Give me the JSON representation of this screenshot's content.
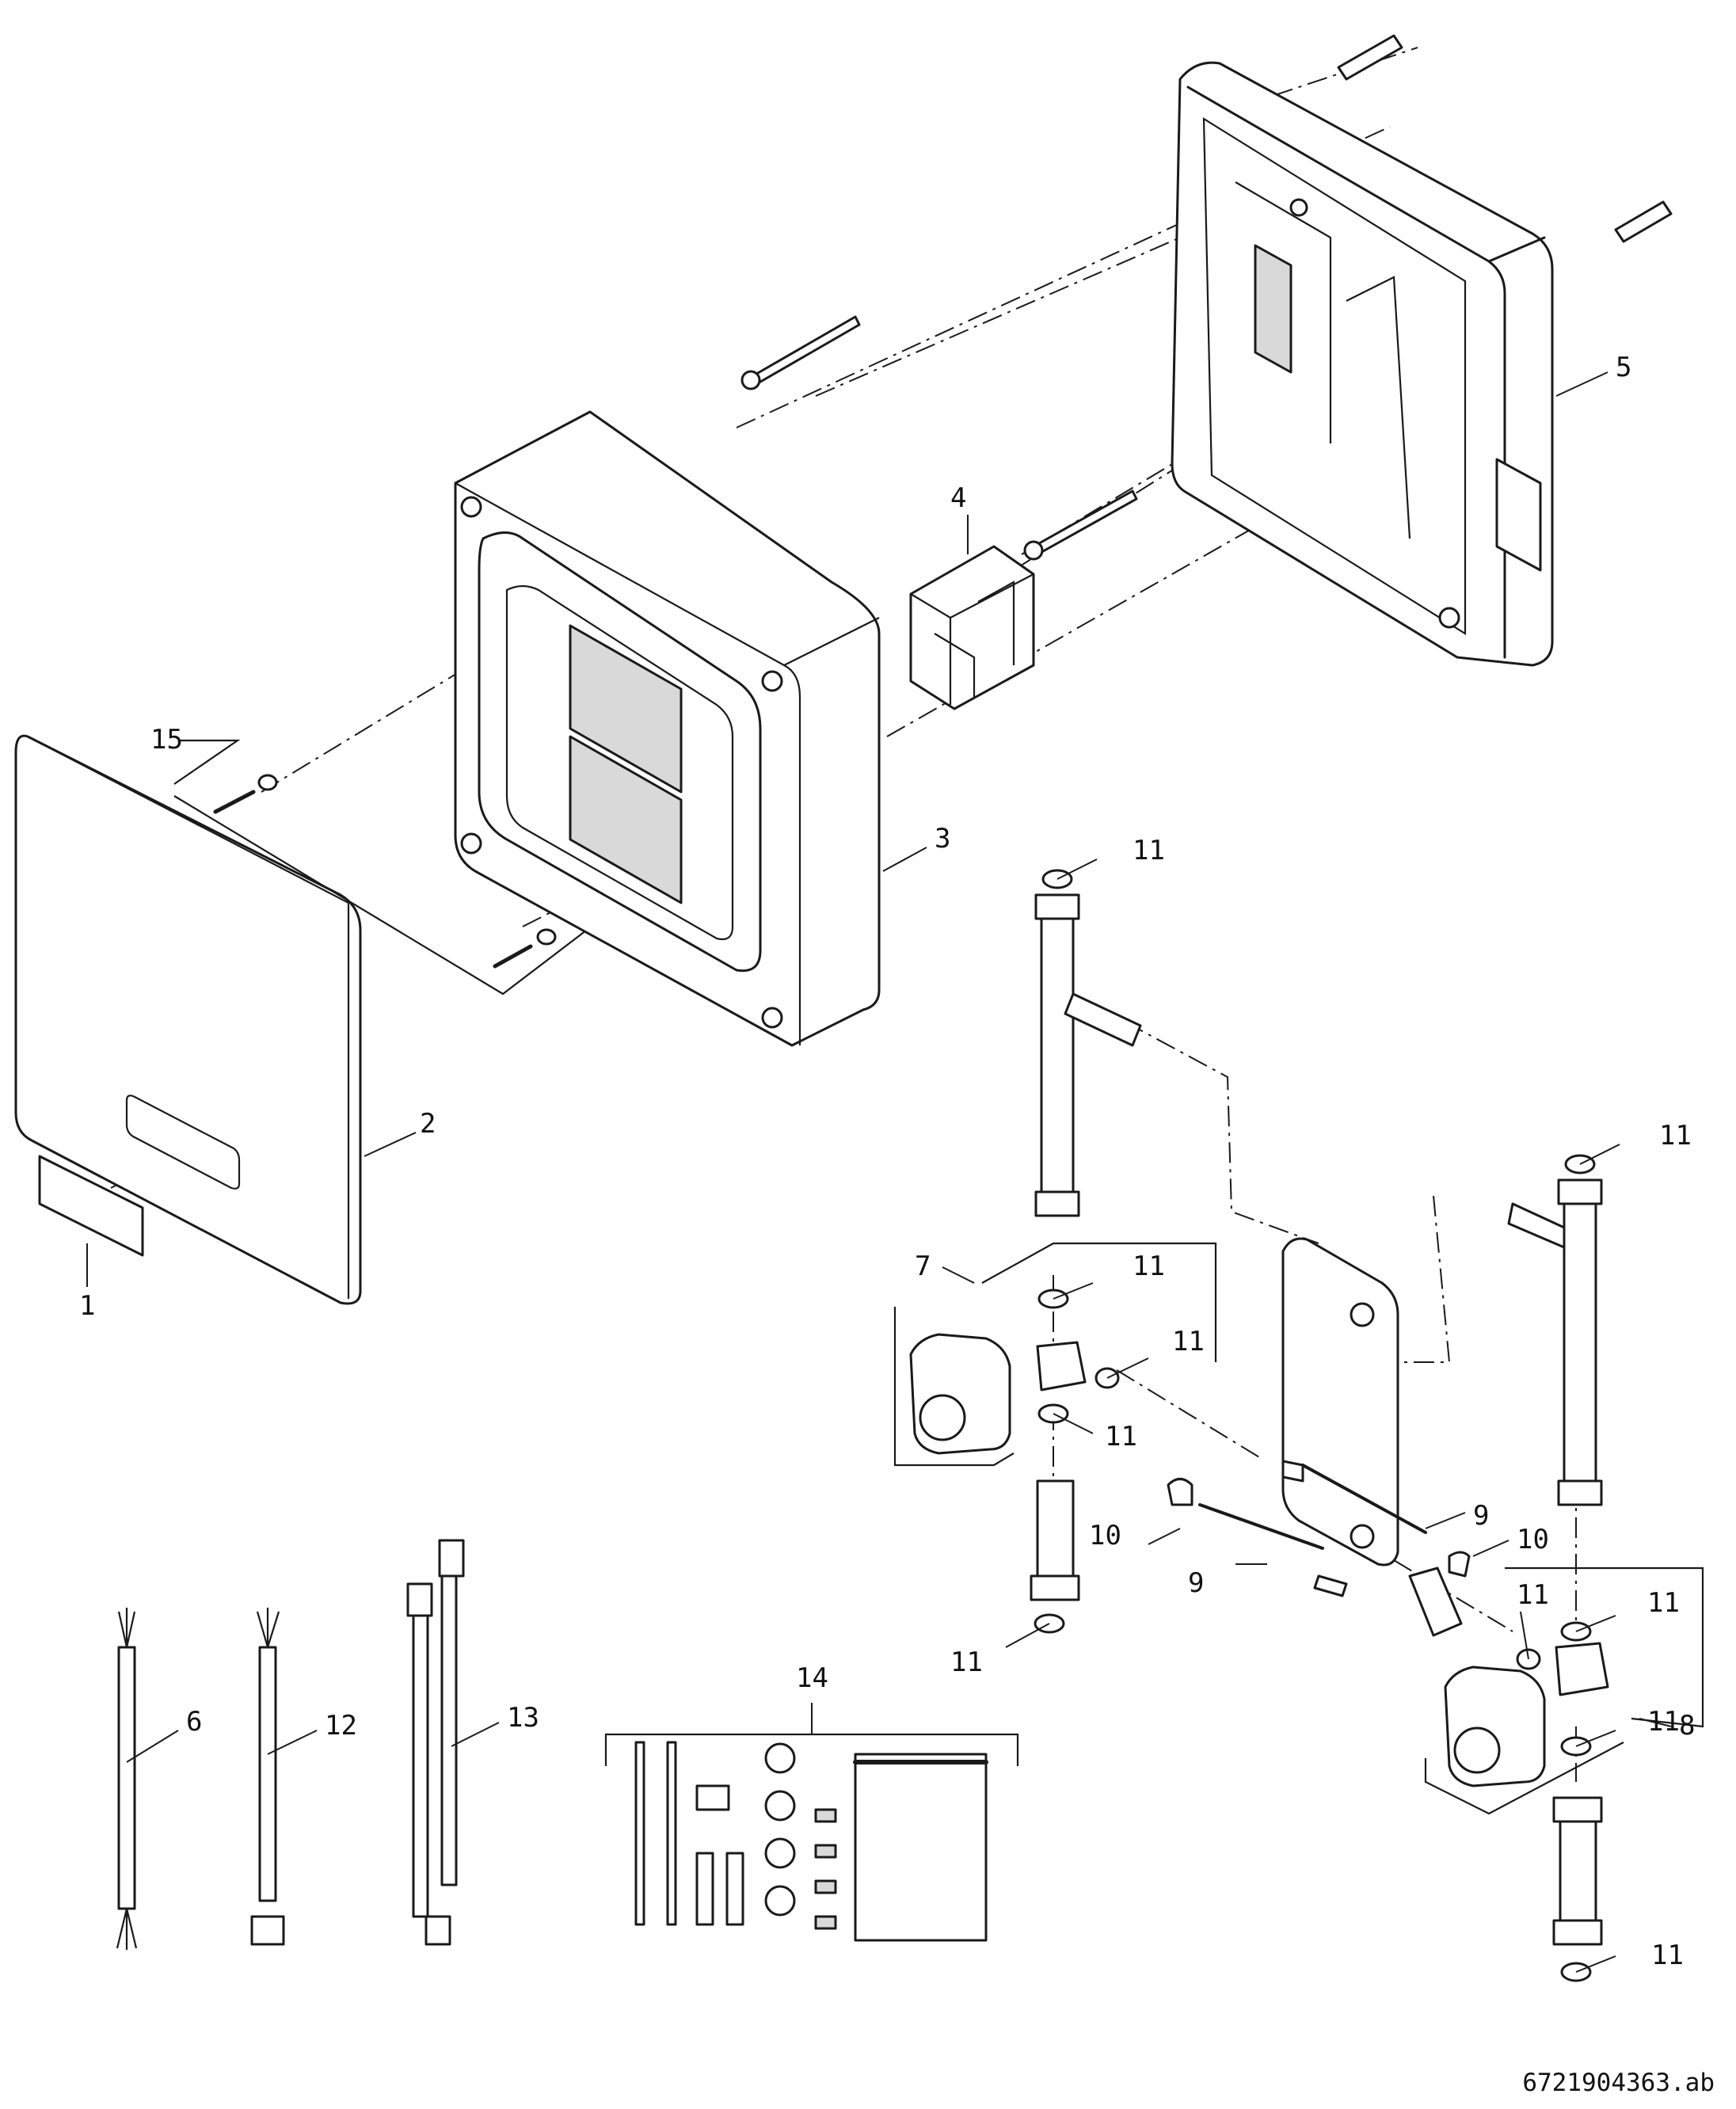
{
  "callouts": {
    "c1": "1",
    "c2": "2",
    "c3": "3",
    "c4": "4",
    "c5": "5",
    "c6": "6",
    "c7": "7",
    "c8": "8",
    "c9a": "9",
    "c9b": "9",
    "c10a": "10",
    "c10b": "10",
    "c11": "11",
    "c12": "12",
    "c13": "13",
    "c14": "14",
    "c15": "15"
  },
  "document_number": "6721904363.ab"
}
